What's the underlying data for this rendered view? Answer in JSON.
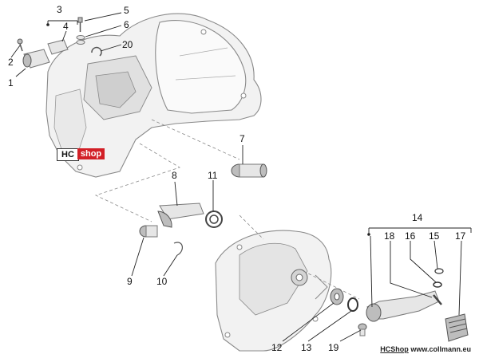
{
  "watermark": {
    "left": "HC",
    "right": "shop"
  },
  "footer": {
    "brand": "HCShop",
    "site": "www.collmann.eu"
  },
  "callouts": [
    {
      "id": "1",
      "text": "1"
    },
    {
      "id": "2",
      "text": "2"
    },
    {
      "id": "3",
      "text": "3"
    },
    {
      "id": "4",
      "text": "4"
    },
    {
      "id": "5",
      "text": "5"
    },
    {
      "id": "6",
      "text": "6"
    },
    {
      "id": "7",
      "text": "7"
    },
    {
      "id": "8",
      "text": "8"
    },
    {
      "id": "9",
      "text": "9"
    },
    {
      "id": "10",
      "text": "10"
    },
    {
      "id": "11",
      "text": "11"
    },
    {
      "id": "12",
      "text": "12"
    },
    {
      "id": "13",
      "text": "13"
    },
    {
      "id": "14",
      "text": "14"
    },
    {
      "id": "15",
      "text": "15"
    },
    {
      "id": "16",
      "text": "16"
    },
    {
      "id": "17",
      "text": "17"
    },
    {
      "id": "18",
      "text": "18"
    },
    {
      "id": "19",
      "text": "19"
    },
    {
      "id": "20",
      "text": "20"
    }
  ]
}
